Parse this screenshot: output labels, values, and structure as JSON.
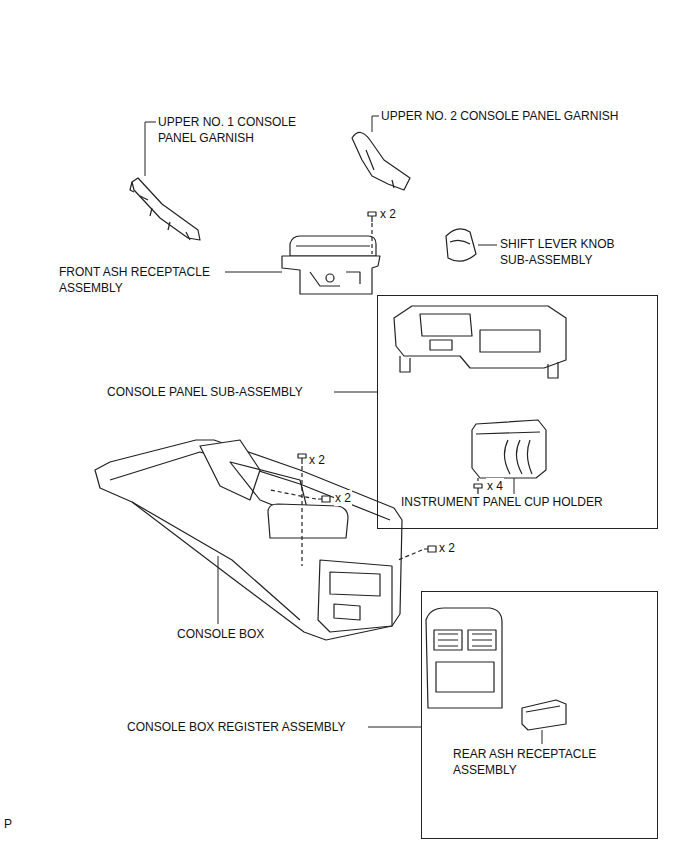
{
  "diagram": {
    "nodes": [
      {
        "text": [
          "INSTRUMENT PANEL CUP HOLDER",
          "x 4"
        ]
      },
      {
        "text": [
          "REAR ASH RECEPTACLE ASSEMBLY"
        ]
      }
    ],
    "labels": [
      "UPPER NO. 1 CONSOLE PANEL GARNISH",
      "UPPER NO. 2 CONSOLE PANEL GARNISH",
      "x 2",
      "SHIFT LEVER KNOB SUB-ASSEMBLY",
      "FRONT ASH RECEPTACLE ASSEMBLY",
      "CONSOLE PANEL SUB-ASSEMBLY",
      "x 2",
      "x 2",
      "x 2",
      "CONSOLE BOX",
      "CONSOLE BOX REGISTER ASSEMBLY",
      "P"
    ]
  }
}
